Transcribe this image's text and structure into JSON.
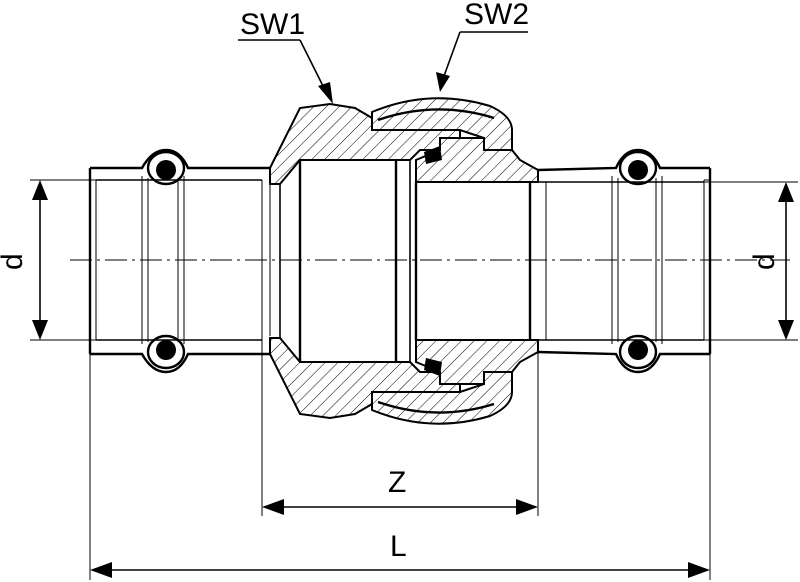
{
  "labels": {
    "sw1": "SW1",
    "sw2": "SW2",
    "z": "Z",
    "l": "L",
    "d_left": "d",
    "d_right": "d"
  }
}
